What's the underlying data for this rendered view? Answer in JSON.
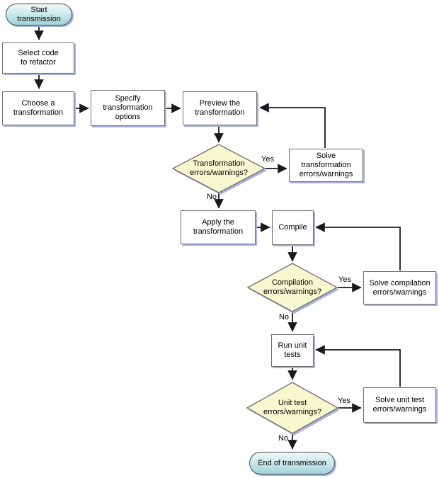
{
  "colors": {
    "process_fill": "#ffffff",
    "process_border": "#6e6e6e",
    "decision_fill": "#f8f8d0",
    "decision_border": "#6e6e6e",
    "terminal_fill_top": "#f0f9f9",
    "terminal_fill_bottom": "#a3d3d8",
    "shadow": "#a9b1de",
    "connector": "#1a1a1a",
    "text": "#000000"
  },
  "nodes": {
    "start": {
      "type": "terminal",
      "label": "Start\ntransmission"
    },
    "select_code": {
      "type": "process",
      "label": "Select code\nto refactor"
    },
    "choose_transformation": {
      "type": "process",
      "label": "Choose a\ntransformation"
    },
    "specify_options": {
      "type": "process",
      "label": "Specify\ntransformation\noptions"
    },
    "preview_transformation": {
      "type": "process",
      "label": "Preview the\ntransformation"
    },
    "transformation_errors": {
      "type": "decision",
      "label": "Transformation\nerrors/warnings?"
    },
    "solve_transformation": {
      "type": "process",
      "label": "Solve\ntransformation\nerrors/warnings"
    },
    "apply_transformation": {
      "type": "process",
      "label": "Apply the\ntransformation"
    },
    "compile": {
      "type": "process",
      "label": "Compile"
    },
    "compilation_errors": {
      "type": "decision",
      "label": "Compilation\nerrors/warnings?"
    },
    "solve_compilation": {
      "type": "process",
      "label": "Solve compilation\nerrors/warnings"
    },
    "run_unit_tests": {
      "type": "process",
      "label": "Run unit\ntests"
    },
    "unit_test_errors": {
      "type": "decision",
      "label": "Unit test\nerrors/warnings?"
    },
    "solve_unit_test": {
      "type": "process",
      "label": "Solve unit test\nerrors/warnings"
    },
    "end": {
      "type": "terminal",
      "label": "End of transmission"
    }
  },
  "edge_labels": {
    "transformation_yes": "Yes",
    "transformation_no": "No",
    "compilation_yes": "Yes",
    "compilation_no": "No",
    "unit_test_yes": "Yes",
    "unit_test_no": "No"
  }
}
